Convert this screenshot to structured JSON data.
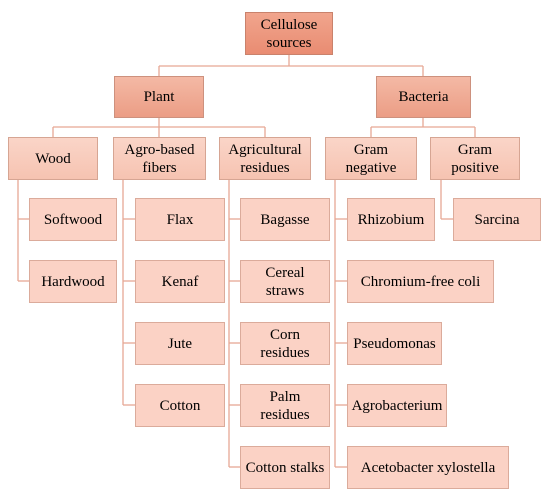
{
  "colors": {
    "root_fill": "#ec9479",
    "level1_fill": "#eea48d",
    "level2_fill": "#f8ccbd",
    "leaf_fill": "#fbd2c5",
    "connector": "#e6a894"
  },
  "root": {
    "label": "Cellulose\nsources"
  },
  "plant": {
    "label": "Plant",
    "groups": [
      {
        "key": "wood",
        "label": "Wood",
        "items": [
          "Softwood",
          "Hardwood"
        ]
      },
      {
        "key": "agro",
        "label": "Agro-based\nfibers",
        "items": [
          "Flax",
          "Kenaf",
          "Jute",
          "Cotton"
        ]
      },
      {
        "key": "agri",
        "label": "Agricultural\nresidues",
        "items": [
          "Bagasse",
          "Cereal\nstraws",
          "Corn\nresidues",
          "Palm\nresidues",
          "Cotton stalks"
        ]
      }
    ]
  },
  "bacteria": {
    "label": "Bacteria",
    "groups": [
      {
        "key": "gramneg",
        "label": "Gram\nnegative",
        "items": [
          "Rhizobium",
          "Chromium-free coli",
          "Pseudomonas",
          "Agrobacterium",
          "Acetobacter xylostella"
        ]
      },
      {
        "key": "grampos",
        "label": "Gram\npositive",
        "items": [
          "Sarcina"
        ]
      }
    ]
  }
}
